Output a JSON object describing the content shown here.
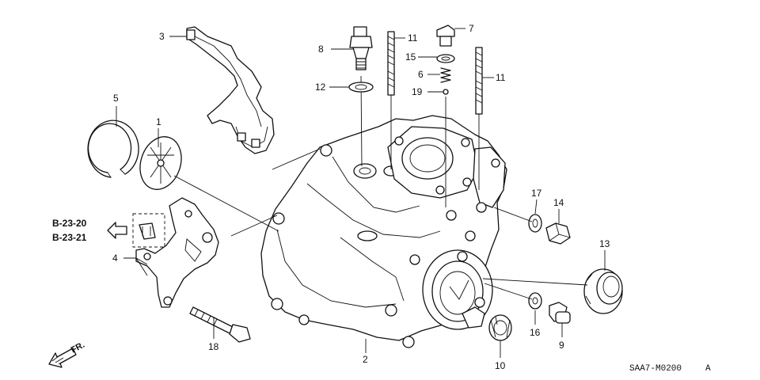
{
  "callouts": {
    "c1": "1",
    "c2": "2",
    "c3": "3",
    "c4": "4",
    "c5": "5",
    "c6": "6",
    "c7": "7",
    "c8": "8",
    "c9": "9",
    "c10": "10",
    "c11a": "11",
    "c11b": "11",
    "c12": "12",
    "c13": "13",
    "c14": "14",
    "c15": "15",
    "c16": "16",
    "c17": "17",
    "c18": "18",
    "c19": "19"
  },
  "references": [
    "B-23-20",
    "B-23-21"
  ],
  "direction_label": "FR.",
  "diagram_code": "SAA7-M0200",
  "diagram_code_suffix": "A"
}
